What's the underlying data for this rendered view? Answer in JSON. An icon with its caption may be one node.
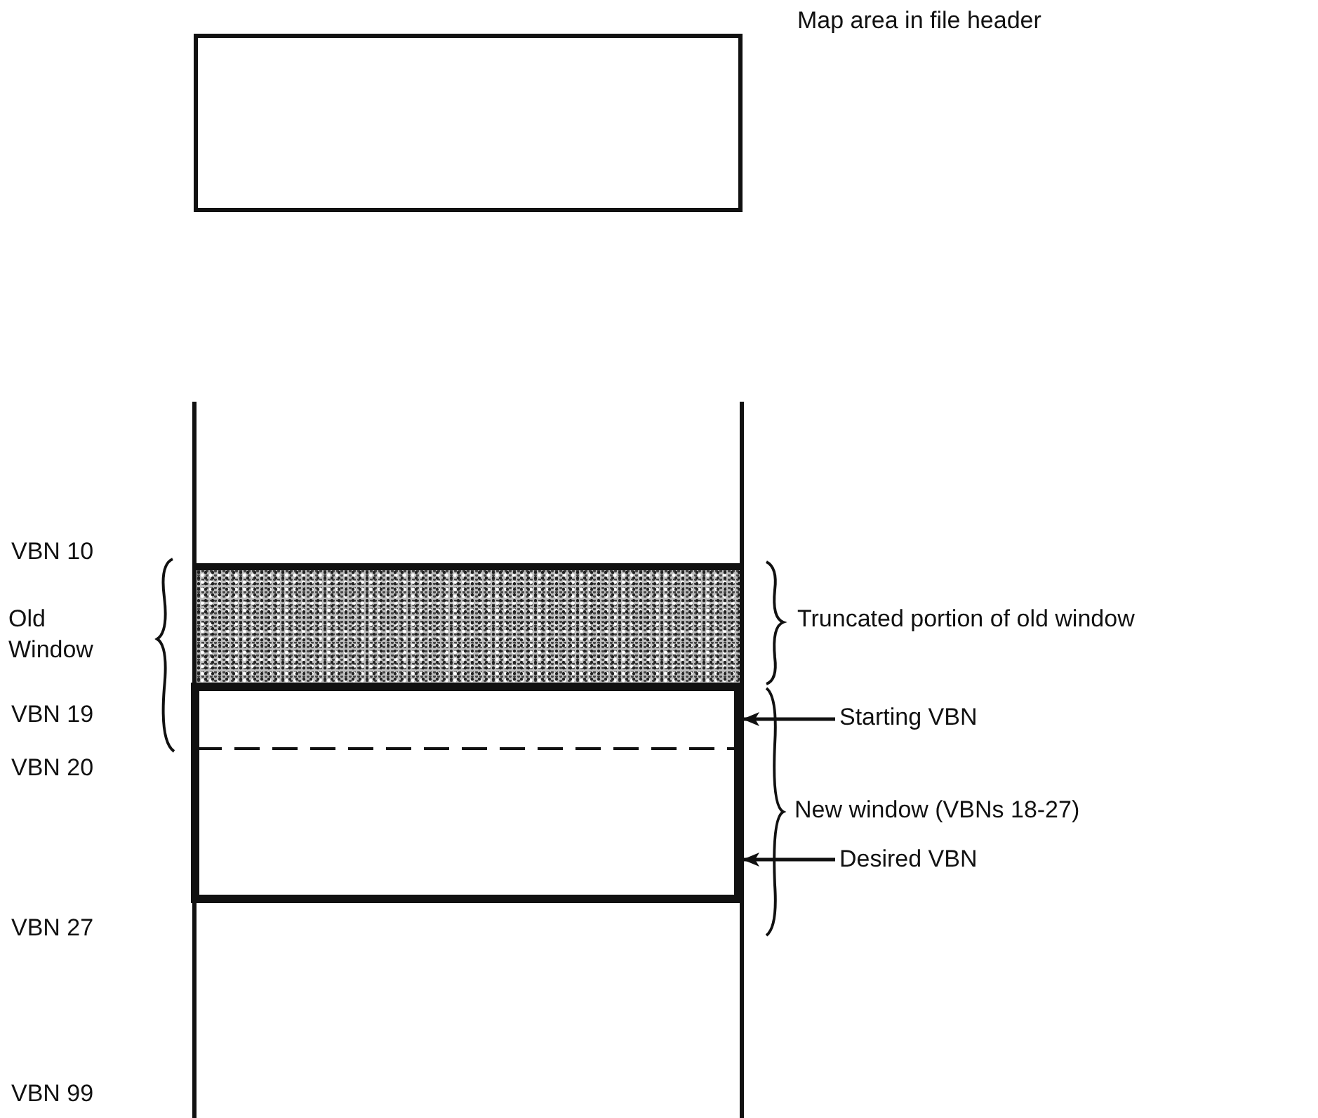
{
  "diagram": {
    "nodes": [
      {
        "text": [],
        "shape": "box",
        "beside": [
          "Map area in file header"
        ]
      },
      {
        "text": [],
        "shape": "box"
      },
      {
        "text": [],
        "shape": "box",
        "in": 1
      },
      {
        "text": [],
        "shape": "box",
        "in": 1
      },
      {
        "text": [
          "Starting VBN"
        ]
      },
      {
        "text": [
          "Desired VBN"
        ]
      }
    ],
    "edges": [
      {
        "from": 4,
        "to": 3,
        "arrow": "to"
      },
      {
        "from": 5,
        "to": 3,
        "arrow": "to"
      }
    ],
    "labels": [
      "VBN 10",
      "Old Window",
      "VBN 19",
      "VBN 20",
      "Truncated portion of old window",
      "New window (VBNs 18-27)",
      "VBN 27",
      "VBN 99"
    ]
  }
}
